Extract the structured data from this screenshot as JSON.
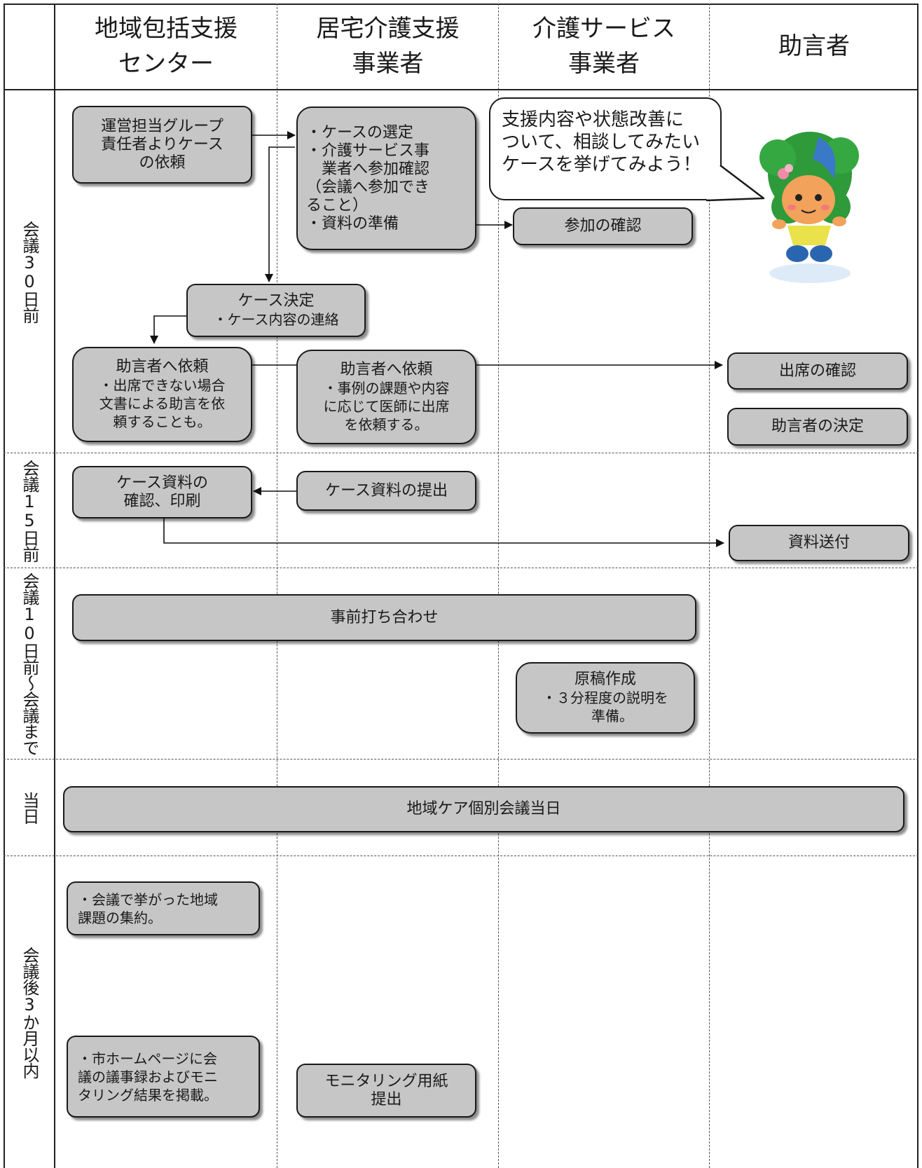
{
  "columns": {
    "houkatsu": [
      "地域包括支援",
      "センター"
    ],
    "kyotaku": [
      "居宅介護支援",
      "事業者"
    ],
    "service": [
      "介護サービス",
      "事業者"
    ],
    "adviser": "助言者"
  },
  "rows": {
    "r30": "会議30日前",
    "r15": "会議15日前",
    "r10": "会議10日前〜会議まで",
    "today": "当日",
    "after": "会議後3か月以内"
  },
  "boxes": {
    "case_request": [
      "運営担当グループ",
      "責任者よりケース",
      "の依頼"
    ],
    "case_select": [
      "・ケースの選定",
      "・介護サービス事",
      "　業者へ参加確認",
      "（会議へ参加でき",
      "ること）",
      "・資料の準備"
    ],
    "confirm_participation": "参加の確認",
    "case_decision": {
      "title": "ケース決定",
      "detail": "・ケース内容の連絡"
    },
    "adviser_request_center": {
      "title": "助言者へ依頼",
      "detail": [
        "・出席できない場合",
        "文書による助言を依",
        "頼することも。"
      ]
    },
    "adviser_request_kyotaku": {
      "title": "助言者へ依頼",
      "detail": [
        "・事例の課題や内容",
        "に応じて医師に出席",
        "を依頼する。"
      ]
    },
    "attendance_confirm": "出席の確認",
    "adviser_decision": "助言者の決定",
    "case_material_check": [
      "ケース資料の",
      "確認、印刷"
    ],
    "case_material_submit": "ケース資料の提出",
    "material_send": "資料送付",
    "pre_meeting": "事前打ち合わせ",
    "draft": {
      "title": "原稿作成",
      "detail": [
        "・３分程度の説明を",
        "　準備。"
      ]
    },
    "meeting_day": "地域ケア個別会議当日",
    "issue_summary": [
      "・会議で挙がった地域",
      "課題の集約。"
    ],
    "publish": [
      "・市ホームページに会",
      "議の議事録およびモニ",
      "タリング結果を掲載。"
    ],
    "monitoring": [
      "モニタリング用紙",
      "提出"
    ]
  },
  "speech_bubble": [
    "支援内容や状態改善に",
    "ついて、相談してみたい",
    "ケースを挙げてみよう！"
  ],
  "colors": {
    "box_fill": "#c6c6c6",
    "mascot_hair": "#2e9a3a",
    "mascot_face": "#f2a25a"
  },
  "mascot": {
    "icon": "mascot-character"
  }
}
